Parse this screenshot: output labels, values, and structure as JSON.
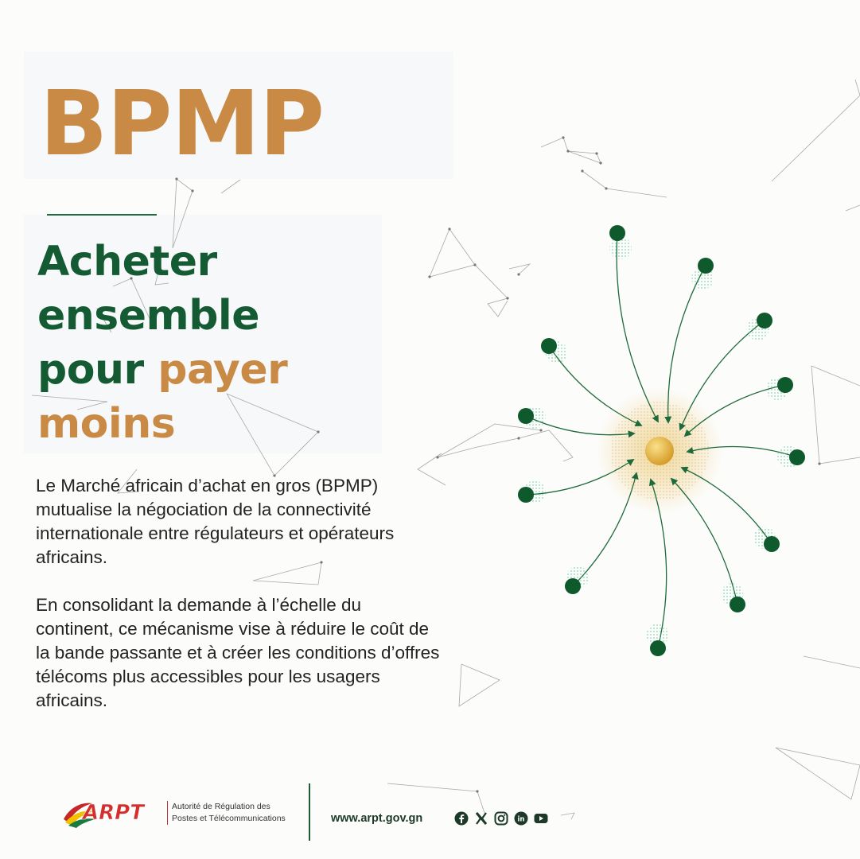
{
  "title": "BPMP",
  "headline": {
    "line1": "Acheter",
    "line2": "ensemble",
    "line3_a": "pour ",
    "line3_b": "payer",
    "line4": "moins"
  },
  "paragraph_1": [
    "Le Marché africain d’achat en gros (BPMP)",
    "mutualise la négociation de la connectivité",
    "internationale entre régulateurs et opérateurs",
    "africains."
  ],
  "paragraph_2": [
    "En consolidant la demande à l’échelle du",
    "continent, ce mécanisme vise à réduire le coût de",
    "la bande passante et à créer les conditions d’offres",
    "télécoms plus accessibles pour les usagers",
    "africains."
  ],
  "footer": {
    "logo_text": "ARPT",
    "org_line1": "Autorité de Régulation des",
    "org_line2": "Postes et Télécommunications",
    "website": "www.arpt.gov.gn",
    "social_icons": [
      "facebook-icon",
      "x-icon",
      "instagram-icon",
      "linkedin-icon",
      "youtube-icon"
    ]
  },
  "colors": {
    "gold": "#c88a45",
    "green": "#145a32",
    "hub": "#e0b040",
    "text": "#232323"
  }
}
